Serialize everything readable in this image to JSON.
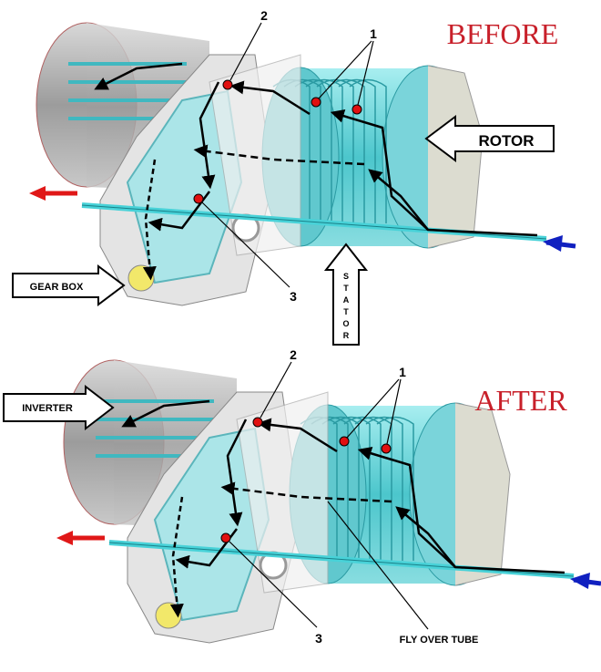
{
  "panels": {
    "before": {
      "title": "BEFORE",
      "callouts": [
        "1",
        "2",
        "3"
      ],
      "rotor_label": "ROTOR",
      "gearbox_label": "GEAR BOX",
      "stator_label": "STATOR"
    },
    "after": {
      "title": "AFTER",
      "callouts": [
        "1",
        "2",
        "3"
      ],
      "inverter_label": "INVERTER",
      "flyover_label": "FLY OVER TUBE"
    }
  },
  "stator_letters": [
    "S",
    "T",
    "A",
    "T",
    "O",
    "R"
  ],
  "colors": {
    "title": "#c8202a",
    "coolant": "#40d0d8",
    "housing": "#9a9a9a",
    "outlet_arrow": "#e01818",
    "inlet_arrow": "#1020c0",
    "marker": "#e01010"
  }
}
